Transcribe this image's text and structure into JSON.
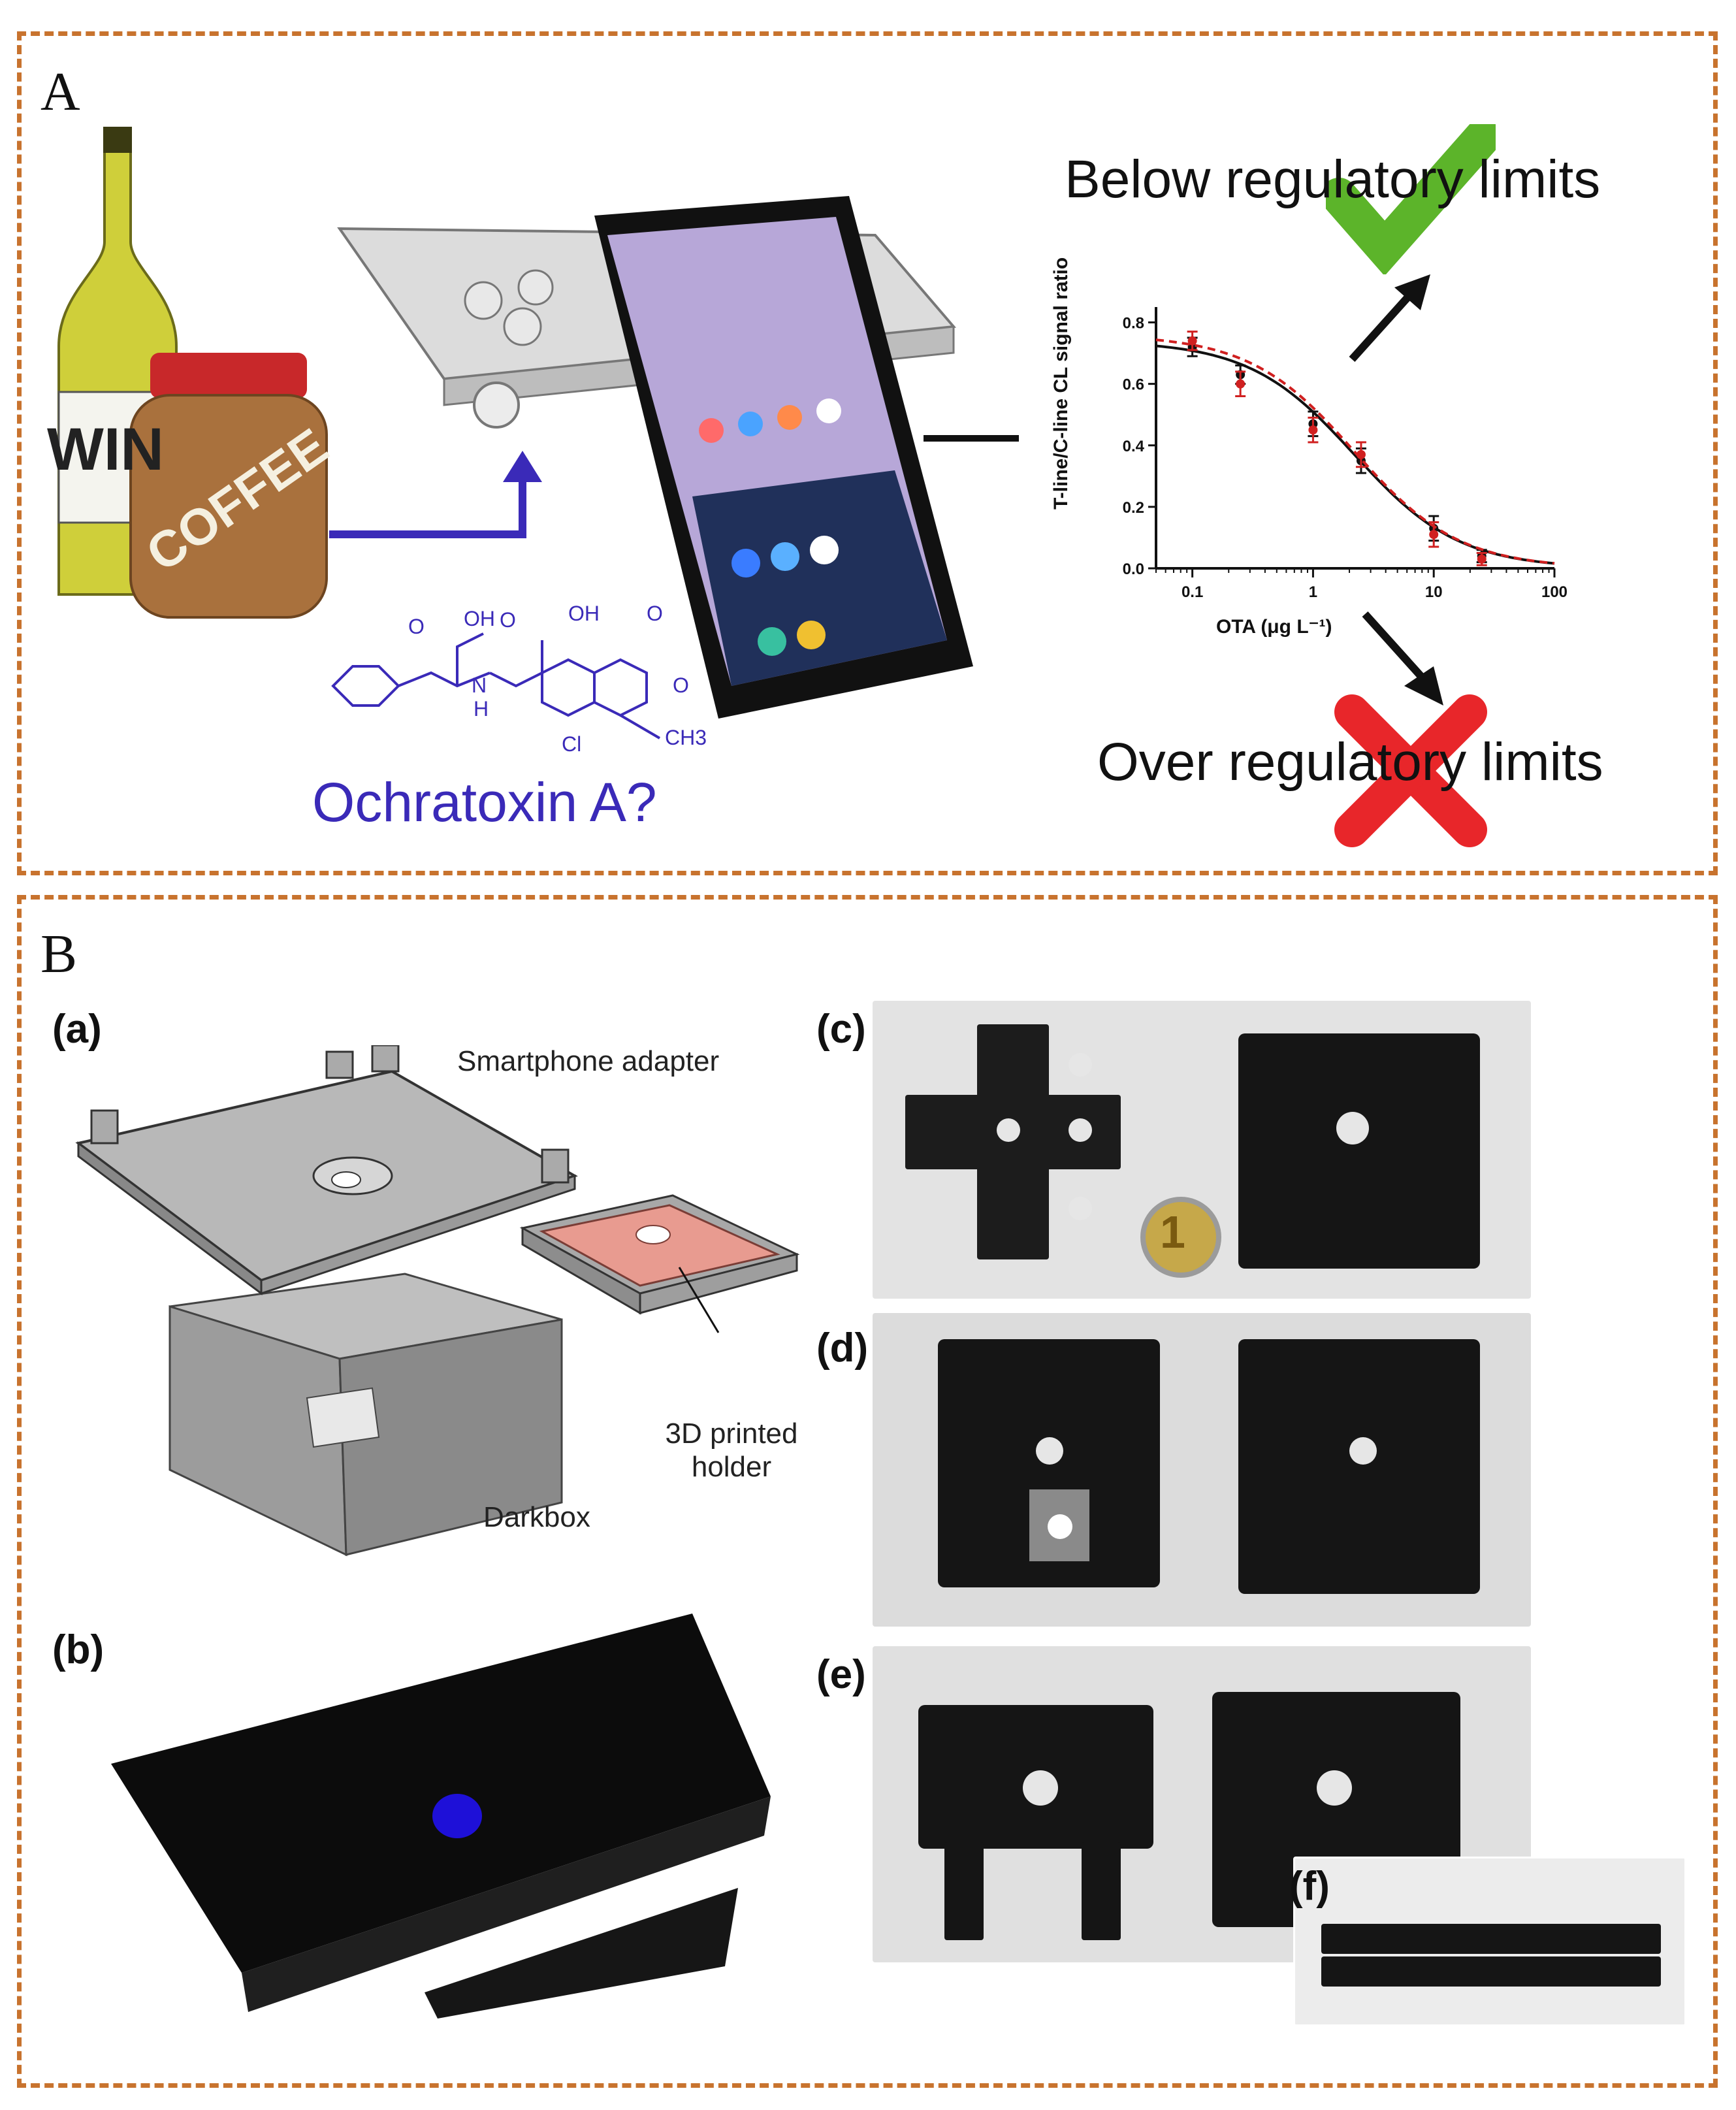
{
  "panelA": {
    "letter": "A",
    "wine_label": "WIN",
    "coffee_label": "COFFEE",
    "molecule_title": "Ochratoxin A?",
    "molecule_atoms": [
      "O",
      "OH",
      "O",
      "OH",
      "O",
      "N",
      "H",
      "O",
      "Cl",
      "CH3"
    ],
    "outcome_below": "Below regulatory limits",
    "outcome_over": "Over regulatory limits",
    "colors": {
      "arrow": "#3a2ab8",
      "check": "#5cb42a",
      "cross": "#e8262a",
      "frame": "#c8732e"
    }
  },
  "chart_data": {
    "type": "line",
    "xlabel": "OTA (μg L⁻¹)",
    "ylabel": "T-line/C-line CL signal ratio",
    "xscale": "log",
    "xlim": [
      0.05,
      100
    ],
    "ylim": [
      0,
      0.85
    ],
    "x_ticks": [
      "0.1",
      "1",
      "10",
      "100"
    ],
    "y_ticks": [
      "0.0",
      "0.2",
      "0.4",
      "0.6",
      "0.8"
    ],
    "series": [
      {
        "style": "solid",
        "color": "#111111",
        "x": [
          0.1,
          0.25,
          1,
          2.5,
          10,
          25
        ],
        "y": [
          0.72,
          0.63,
          0.47,
          0.35,
          0.13,
          0.04
        ],
        "err": [
          0.03,
          0.03,
          0.04,
          0.04,
          0.04,
          0.02
        ]
      },
      {
        "style": "dashed",
        "color": "#d02020",
        "x": [
          0.1,
          0.25,
          1,
          2.5,
          10,
          25
        ],
        "y": [
          0.74,
          0.6,
          0.45,
          0.37,
          0.11,
          0.03
        ],
        "err": [
          0.03,
          0.04,
          0.04,
          0.04,
          0.04,
          0.02
        ]
      }
    ],
    "grid": false,
    "legend": "none"
  },
  "panelB": {
    "letter": "B",
    "subpanels": [
      "(a)",
      "(b)",
      "(c)",
      "(d)",
      "(e)",
      "(f)"
    ],
    "labels": {
      "adapter": "Smartphone adapter",
      "holder": "3D printed holder",
      "darkbox": "Darkbox"
    },
    "coin_value": "1"
  }
}
